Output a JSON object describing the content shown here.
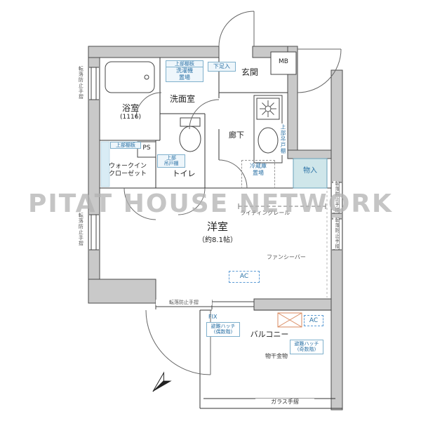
{
  "watermark": "PITAT HOUSE NETWORK",
  "rooms": {
    "bath": {
      "name": "浴室",
      "size": "(1116)"
    },
    "washroom": "洗面室",
    "entrance": "玄関",
    "mb": "MB",
    "corridor": "廊下",
    "toilet": "トイレ",
    "wic": {
      "line1": "ウォークイン",
      "line2": "クローゼット"
    },
    "ps": "PS",
    "storage": "物入",
    "main": {
      "name": "洋室",
      "size": "（約8.1帖）"
    },
    "balcony": "バルコニー"
  },
  "annotations": {
    "upper_shelf": "上部棚板",
    "washer": {
      "shelf": "上部棚板",
      "line1": "洗濯機",
      "line2": "置場"
    },
    "shoe_box": "下足入",
    "upper_cupboard": "上部吊戸棚",
    "upper_cupboard_small": {
      "line1": "上部",
      "line2": "吊戸棚"
    },
    "fridge": {
      "line1": "冷蔵庫",
      "line2": "置場"
    },
    "lighting_rail": "ライティングレール",
    "fancy_bar": "ファンシーバー",
    "ac": "AC",
    "fall_prevention_handrail": "転落防止手摺",
    "fix_window": "FIX",
    "evac_hatch": {
      "name": "避難ハッチ",
      "even": "(偶数階)",
      "odd": "(奇数階)"
    },
    "laundry_hardware": "物干金物",
    "glass_handrail": "ガラス手摺"
  },
  "colors": {
    "wall": "#c9c9c9",
    "annotation_blue": "#2b72a6",
    "storage_fill": "#cfe6ea",
    "hatch_x": "#d98a5f"
  }
}
